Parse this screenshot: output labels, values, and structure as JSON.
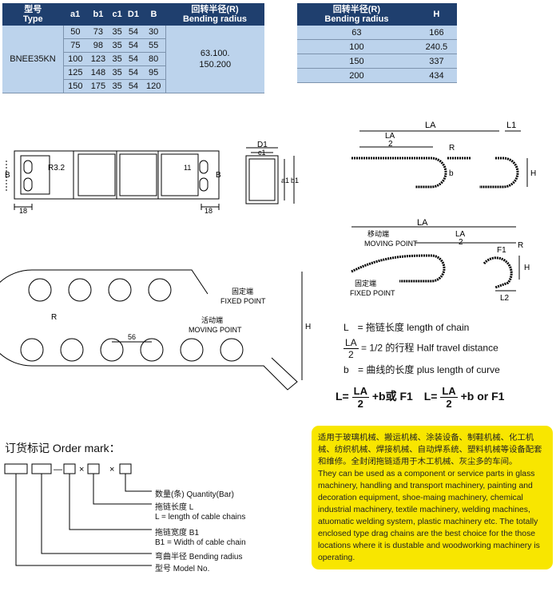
{
  "table1": {
    "headers": [
      {
        "cn": "型号",
        "en": "Type"
      },
      {
        "en": "a1"
      },
      {
        "en": "b1"
      },
      {
        "en": "c1"
      },
      {
        "en": "D1"
      },
      {
        "en": "B"
      },
      {
        "cn": "回转半径(R)",
        "en": "Bending radius"
      }
    ],
    "model": "BNEE35KN",
    "rows": [
      [
        "50",
        "73",
        "35",
        "54",
        "30"
      ],
      [
        "75",
        "98",
        "35",
        "54",
        "55"
      ],
      [
        "100",
        "123",
        "35",
        "54",
        "80"
      ],
      [
        "125",
        "148",
        "35",
        "54",
        "95"
      ],
      [
        "150",
        "175",
        "35",
        "54",
        "120"
      ]
    ],
    "radius_line1": "63.100.",
    "radius_line2": "150.200"
  },
  "table2": {
    "header_radius_cn": "回转半径(R)",
    "header_radius_en": "Bending radius",
    "header_h": "H",
    "rows": [
      [
        "63",
        "166"
      ],
      [
        "100",
        "240.5"
      ],
      [
        "150",
        "337"
      ],
      [
        "200",
        "434"
      ]
    ]
  },
  "drawing_labels": {
    "la": "LA",
    "l1": "L1",
    "la_over_2_num": "LA",
    "la_over_2_den": "2",
    "r": "R",
    "b": "b",
    "h": "H",
    "f1": "F1",
    "l2": "L2",
    "moving_cn": "移动端",
    "moving_en": "MOVING POINT",
    "fixed_cn": "固定端",
    "fixed_en": "FIXED POINT",
    "fixed2_cn": "固定端",
    "fixed2_en": "FIXED POINT",
    "moving2_cn": "活动端",
    "moving2_en": "MOVING POINT",
    "dim_18a": "18",
    "dim_18b": "18",
    "dim_r32": "R3.2",
    "dim_b_left": "B",
    "dim_b_right": "B",
    "dim_d1": "D1",
    "dim_c1": "c1",
    "dim_a1": "a1",
    "dim_b1": "b1",
    "dim_11": "11",
    "dim_56": "56",
    "dim_r": "R",
    "dim_h": "H"
  },
  "legend": {
    "l": "L",
    "l_desc": "= 拖链长度  length of chain",
    "la_num": "LA",
    "la_den": "2",
    "la_desc": "= 1/2 的行程  Half travel distance",
    "b": "b",
    "b_desc": "= 曲线的长度  plus length of curve",
    "formula_a": "L=",
    "formula_num": "LA",
    "formula_den": "2",
    "formula_b": "+b或 F1",
    "formula_c": "L=",
    "formula_num2": "LA",
    "formula_den2": "2",
    "formula_d": "+b or F1"
  },
  "order": {
    "title": "订货标记 Order mark：",
    "dash": "—",
    "x1": "×",
    "x2": "×",
    "a1": "数量(条) Quantity(Bar)",
    "a2": "拖链长度 L",
    "a3": "L = length of cable chains",
    "a4": "拖链宽度 B1",
    "a5": "B1 = Width of cable chain",
    "a6": "弯曲半径 Bending radius",
    "a7": "型号 Model No."
  },
  "info_box": {
    "cn": "适用于玻璃机械、搬运机械、涂装设备、制鞋机械、化工机械、纺织机械、焊接机械、自动焊系统、塑料机械等设备配套和维修。全封闭拖链适用于木工机械、灰尘多的车间。",
    "en": "They can be used as a component or service parts in glass machinery, handling and transport machinery, painting and decoration equipment, shoe-maing machinery, chemical industrial machinery, textile machinery, welding machines, atuomatic welding system, plastic machinery etc. The totally enclosed type drag chains are the best choice for the those locations where it is dustable and woodworking machinery is operating."
  },
  "colors": {
    "header_bg": "#1f3f6e",
    "cell_bg": "#bcd3ec",
    "box_bg": "#f8e600"
  }
}
